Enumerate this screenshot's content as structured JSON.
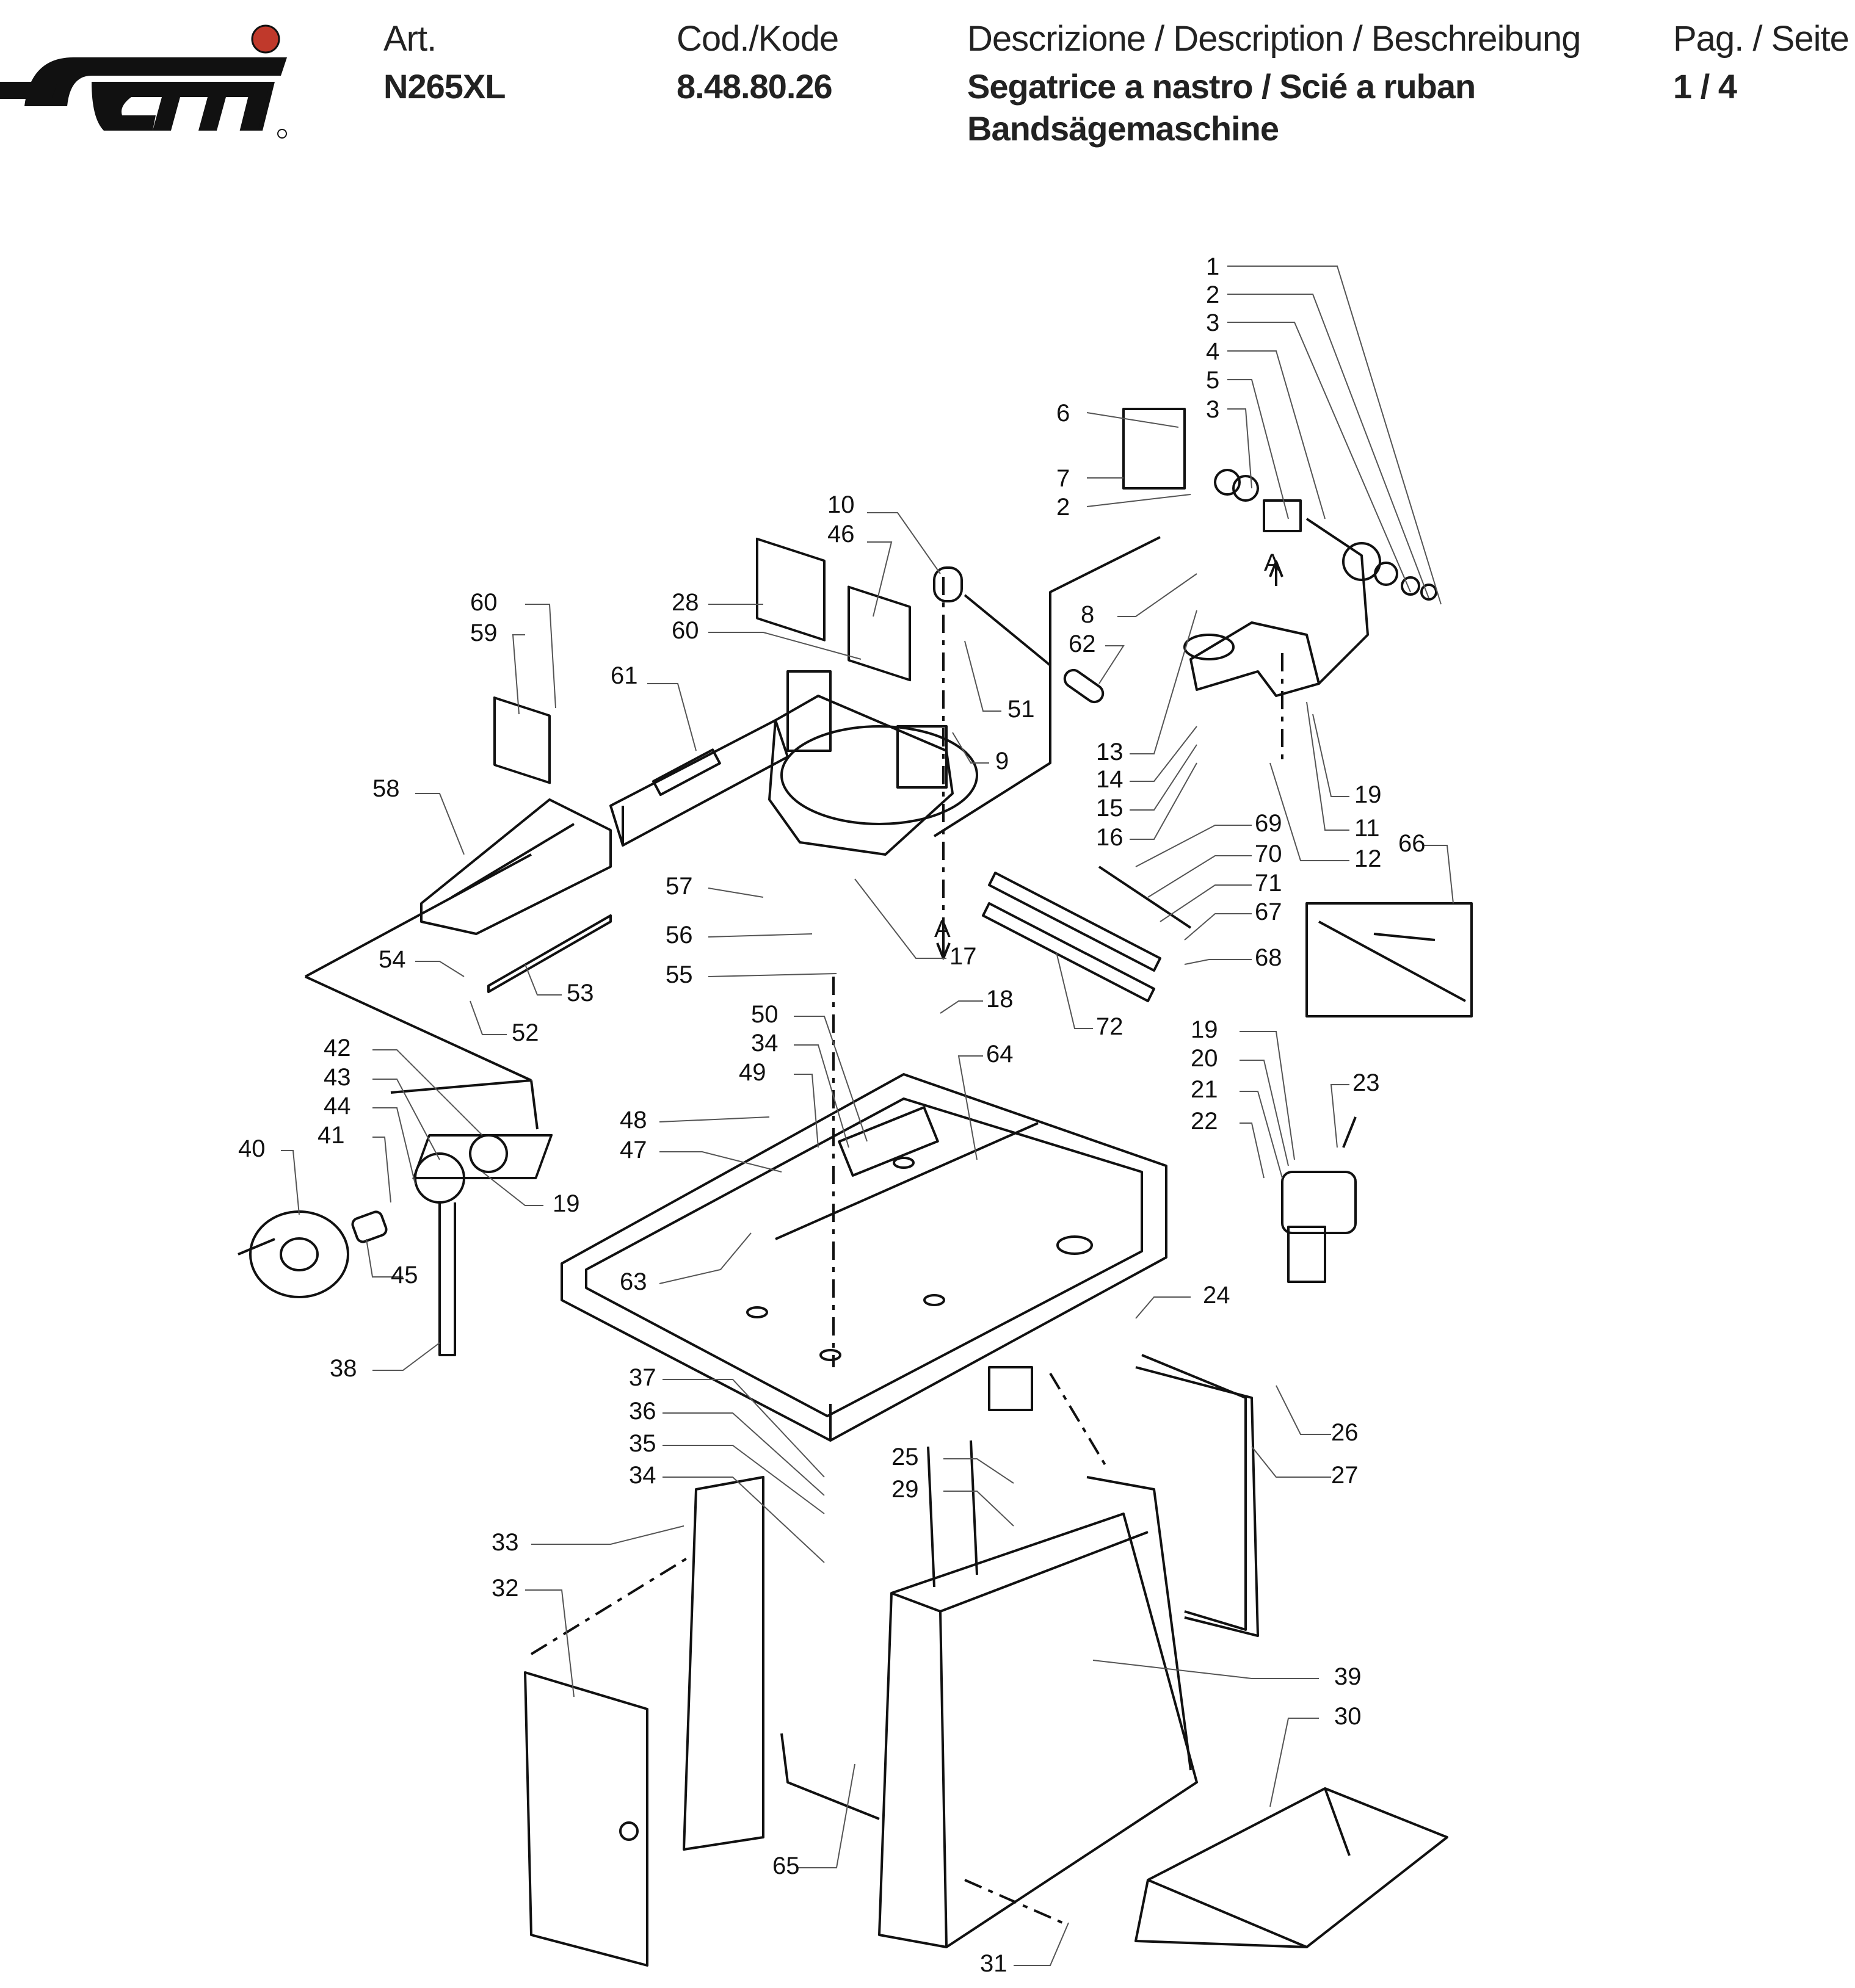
{
  "header": {
    "brand": "femi",
    "brand_color": "#c0392b",
    "art_label": "Art.",
    "art_value": "N265XL",
    "code_label": "Cod./Kode",
    "code_value": "8.48.80.26",
    "desc_label": "Descrizione / Description / Beschreibung",
    "desc_line1": "Segatrice a nastro / Scié a ruban",
    "desc_line2": "Bandsägemaschine",
    "page_label": "Pag. / Seite",
    "page_value": "1 / 4"
  },
  "diagram": {
    "section_marks": [
      "A",
      "A"
    ],
    "callouts": [
      "1",
      "2",
      "3",
      "4",
      "5",
      "3",
      "6",
      "7",
      "2",
      "10",
      "46",
      "28",
      "60",
      "60",
      "59",
      "61",
      "58",
      "8",
      "62",
      "51",
      "9",
      "13",
      "14",
      "15",
      "16",
      "19",
      "11",
      "12",
      "69",
      "70",
      "71",
      "67",
      "68",
      "66",
      "57",
      "56",
      "55",
      "17",
      "54",
      "53",
      "52",
      "18",
      "72",
      "50",
      "34",
      "49",
      "48",
      "47",
      "64",
      "42",
      "43",
      "44",
      "41",
      "40",
      "19",
      "45",
      "63",
      "19",
      "20",
      "21",
      "22",
      "23",
      "24",
      "38",
      "37",
      "36",
      "35",
      "34",
      "25",
      "29",
      "26",
      "27",
      "33",
      "32",
      "39",
      "30",
      "65",
      "31"
    ]
  }
}
